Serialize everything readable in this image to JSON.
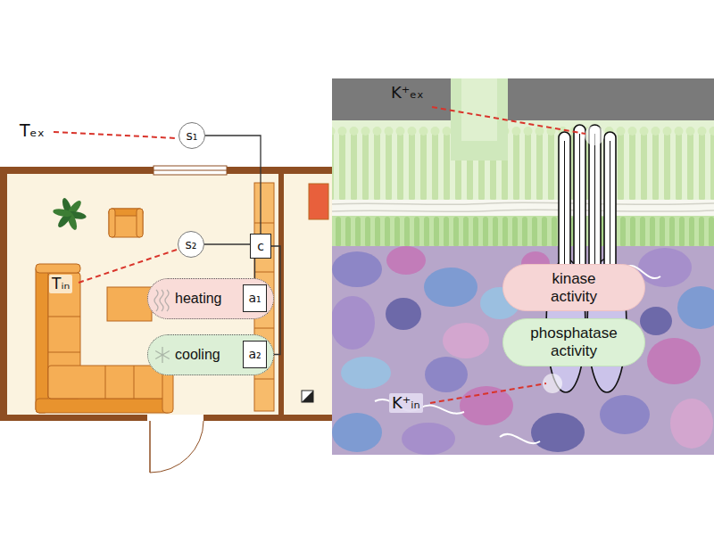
{
  "diagram": {
    "nodes": [
      {
        "text": [
          "s₁"
        ]
      },
      {
        "text": [
          "s₂"
        ]
      },
      {
        "text": [
          "c"
        ]
      },
      {
        "text": [
          "heating"
        ]
      },
      {
        "text": [
          "a₁"
        ],
        "in": 3
      },
      {
        "text": [
          "cooling"
        ]
      },
      {
        "text": [
          "a₂"
        ],
        "in": 5
      },
      {
        "text": [
          "kinase activity"
        ]
      },
      {
        "text": [
          "phosphatase activity"
        ]
      }
    ],
    "edges": [
      {
        "from": 0,
        "to": 2,
        "arrow": "none"
      },
      {
        "from": 1,
        "to": 2,
        "arrow": "none"
      },
      {
        "from": 2,
        "to": 4,
        "arrow": "none"
      },
      {
        "from": 2,
        "to": 6,
        "arrow": "none"
      }
    ],
    "labels": [
      "Tₑₓ",
      "Tᵢₙ",
      "K⁺ₑₓ",
      "K⁺ᵢₙ"
    ]
  }
}
